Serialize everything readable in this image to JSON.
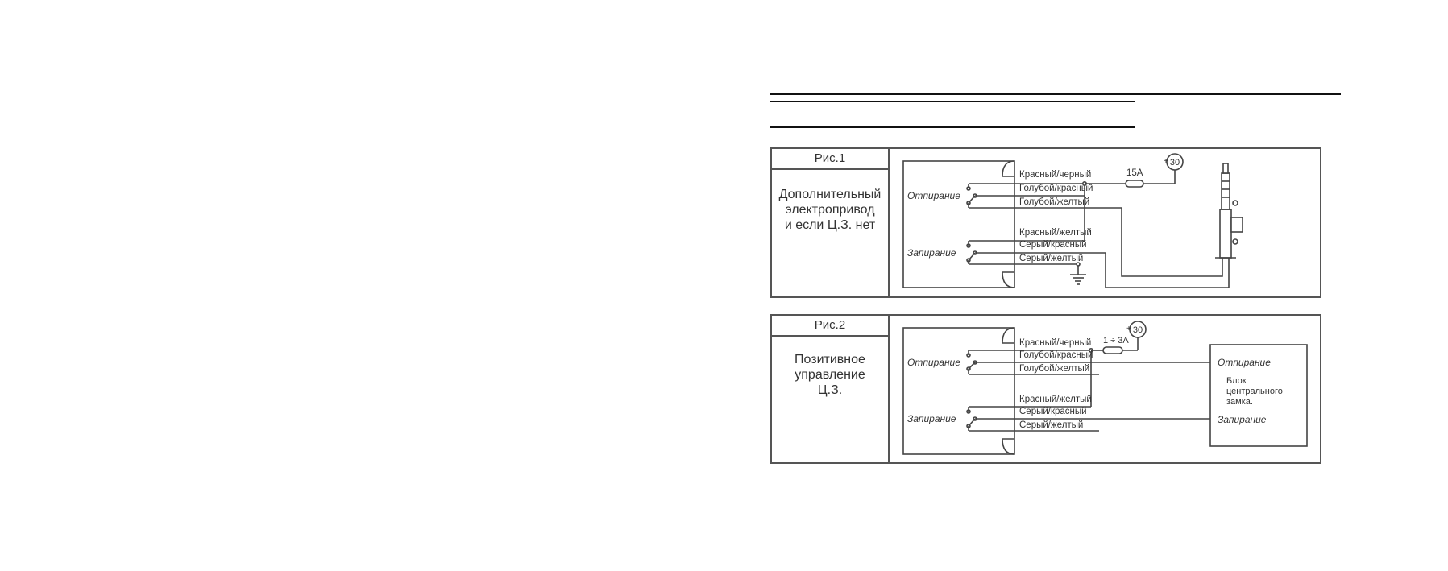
{
  "figures": [
    {
      "label": "Рис.1",
      "description": [
        "Дополнительный",
        "электропривод",
        "и если Ц.З. нет"
      ],
      "group_unlock": "Отпирание",
      "group_lock": "Запирание",
      "wires": [
        "Красный/черный",
        "Голубой/красный",
        "Голубой/желтый",
        "Красный/желтый",
        "Серый/красный",
        "Серый/желтый"
      ],
      "fuse": "15A",
      "power_plus": "+",
      "power_terminal": "30",
      "icons": [
        "switch-relay",
        "fuse",
        "ground",
        "door-lock-actuator"
      ]
    },
    {
      "label": "Рис.2",
      "description": [
        "Позитивное",
        "управление",
        "Ц.З."
      ],
      "group_unlock": "Отпирание",
      "group_lock": "Запирание",
      "wires": [
        "Красный/черный",
        "Голубой/красный",
        "Голубой/желтый",
        "Красный/желтый",
        "Серый/красный",
        "Серый/желтый"
      ],
      "fuse": "1 ÷ 3A",
      "power_plus": "+",
      "power_terminal": "30",
      "block": {
        "unlock": "Отпирание",
        "name": [
          "Блок",
          "центрального",
          "замка."
        ],
        "lock": "Запирание"
      },
      "icons": [
        "switch-relay",
        "fuse",
        "central-lock-unit"
      ]
    }
  ]
}
